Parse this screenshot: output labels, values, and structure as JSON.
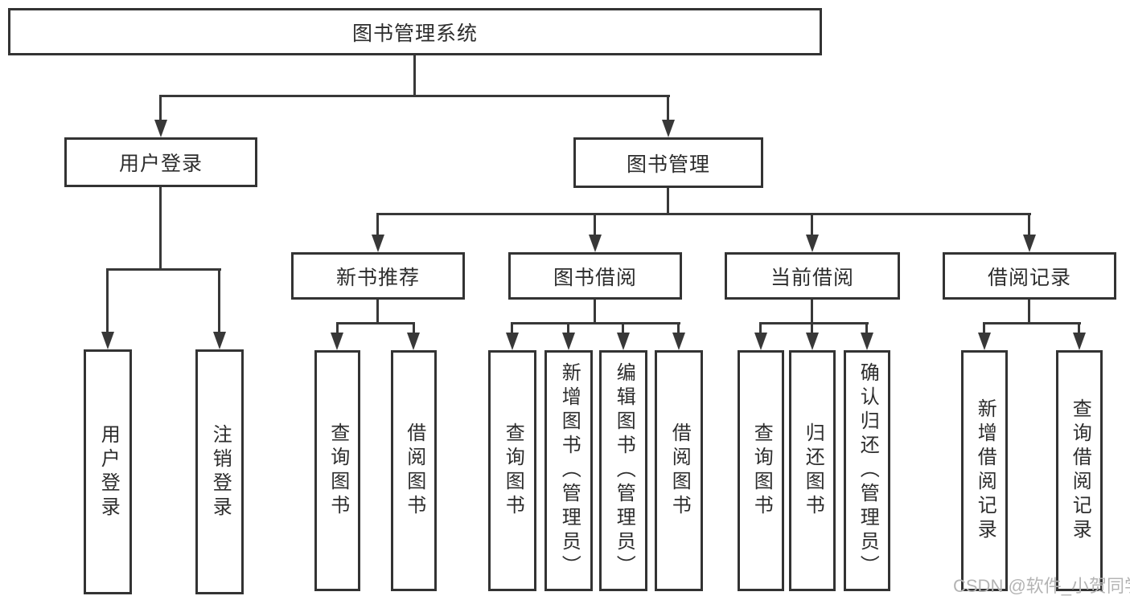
{
  "colors": {
    "line": "#383838",
    "border": "#333333",
    "text": "#2d2d2d",
    "bg": "#ffffff",
    "watermark": "#b4b4b4"
  },
  "root": {
    "label": "图书管理系统"
  },
  "branches": [
    {
      "label": "用户登录",
      "leaves": [
        {
          "label": "用户登录"
        },
        {
          "label": "注销登录"
        }
      ]
    },
    {
      "label": "图书管理",
      "groups": [
        {
          "label": "新书推荐",
          "leaves": [
            {
              "label": "查询图书"
            },
            {
              "label": "借阅图书"
            }
          ]
        },
        {
          "label": "图书借阅",
          "leaves": [
            {
              "label": "查询图书"
            },
            {
              "label": "新增图书（管理员）"
            },
            {
              "label": "编辑图书（管理员）"
            },
            {
              "label": "借阅图书"
            }
          ]
        },
        {
          "label": "当前借阅",
          "leaves": [
            {
              "label": "查询图书"
            },
            {
              "label": "归还图书"
            },
            {
              "label": "确认归还（管理员）"
            }
          ]
        },
        {
          "label": "借阅记录",
          "leaves": [
            {
              "label": "新增借阅记录"
            },
            {
              "label": "查询借阅记录"
            }
          ]
        }
      ]
    }
  ],
  "watermark": {
    "text": "CSDN @软件_小贺同学"
  }
}
